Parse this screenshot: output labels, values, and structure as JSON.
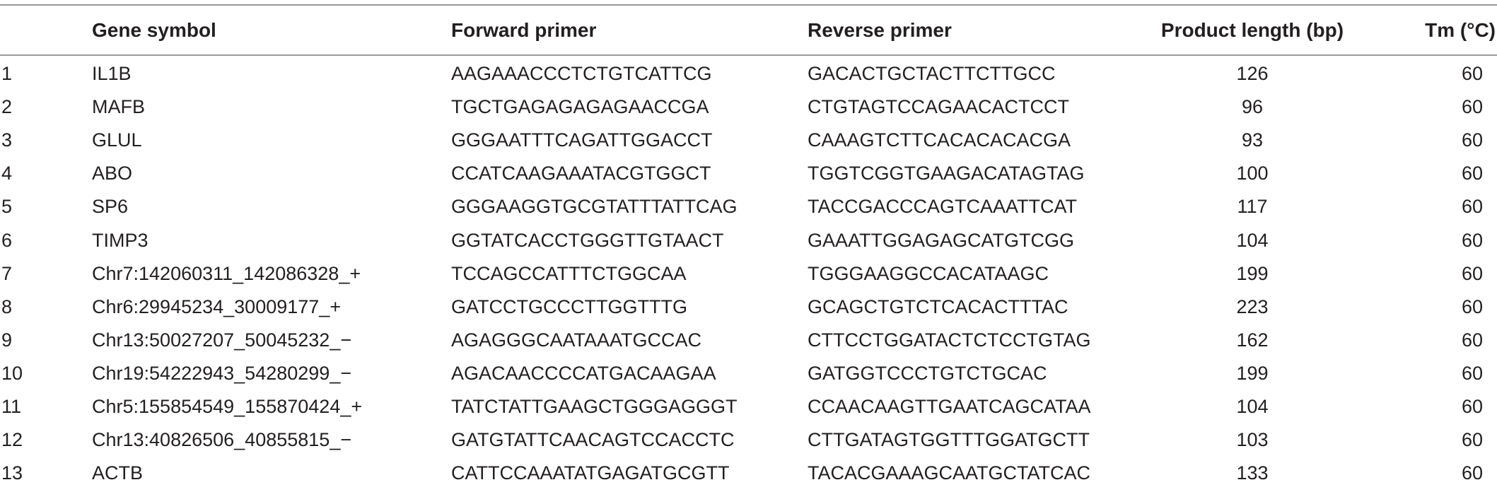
{
  "table": {
    "headers": {
      "num": "",
      "gene": "Gene symbol",
      "forward": "Forward primer",
      "reverse": "Reverse primer",
      "length": "Product length (bp)",
      "tm": "Tm (°C)"
    },
    "rows": [
      {
        "num": "1",
        "gene": "IL1B",
        "forward": "AAGAAACCCTCTGTCATTCG",
        "reverse": "GACACTGCTACTTCTTGCC",
        "length": "126",
        "tm": "60"
      },
      {
        "num": "2",
        "gene": "MAFB",
        "forward": "TGCTGAGAGAGAGAACCGA",
        "reverse": "CTGTAGTCCAGAACACTCCT",
        "length": "96",
        "tm": "60"
      },
      {
        "num": "3",
        "gene": "GLUL",
        "forward": "GGGAATTTCAGATTGGACCT",
        "reverse": "CAAAGTCTTCACACACACGA",
        "length": "93",
        "tm": "60"
      },
      {
        "num": "4",
        "gene": "ABO",
        "forward": "CCATCAAGAAATACGTGGCT",
        "reverse": "TGGTCGGTGAAGACATAGTAG",
        "length": "100",
        "tm": "60"
      },
      {
        "num": "5",
        "gene": "SP6",
        "forward": "GGGAAGGTGCGTATTTATTCAG",
        "reverse": "TACCGACCCAGTCAAATTCAT",
        "length": "117",
        "tm": "60"
      },
      {
        "num": "6",
        "gene": "TIMP3",
        "forward": "GGTATCACCTGGGTTGTAACT",
        "reverse": "GAAATTGGAGAGCATGTCGG",
        "length": "104",
        "tm": "60"
      },
      {
        "num": "7",
        "gene": "Chr7:142060311_142086328_+",
        "forward": "TCCAGCCATTTCTGGCAA",
        "reverse": "TGGGAAGGCCACATAAGC",
        "length": "199",
        "tm": "60"
      },
      {
        "num": "8",
        "gene": "Chr6:29945234_30009177_+",
        "forward": "GATCCTGCCCTTGGTTTG",
        "reverse": "GCAGCTGTCTCACACTTTAC",
        "length": "223",
        "tm": "60"
      },
      {
        "num": "9",
        "gene": "Chr13:50027207_50045232_−",
        "forward": "AGAGGGCAATAAATGCCAC",
        "reverse": "CTTCCTGGATACTCTCCTGTAG",
        "length": "162",
        "tm": "60"
      },
      {
        "num": "10",
        "gene": "Chr19:54222943_54280299_−",
        "forward": "AGACAACCCCATGACAAGAA",
        "reverse": "GATGGTCCCTGTCTGCAC",
        "length": "199",
        "tm": "60"
      },
      {
        "num": "11",
        "gene": "Chr5:155854549_155870424_+",
        "forward": "TATCTATTGAAGCTGGGAGGGT",
        "reverse": "CCAACAAGTTGAATCAGCATAA",
        "length": "104",
        "tm": "60"
      },
      {
        "num": "12",
        "gene": "Chr13:40826506_40855815_−",
        "forward": "GATGTATTCAACAGTCCACCTC",
        "reverse": "CTTGATAGTGGTTTGGATGCTT",
        "length": "103",
        "tm": "60"
      },
      {
        "num": "13",
        "gene": "ACTB",
        "forward": "CATTCCAAATATGAGATGCGTT",
        "reverse": "TACACGAAAGCAATGCTATCAC",
        "length": "133",
        "tm": "60"
      }
    ]
  }
}
